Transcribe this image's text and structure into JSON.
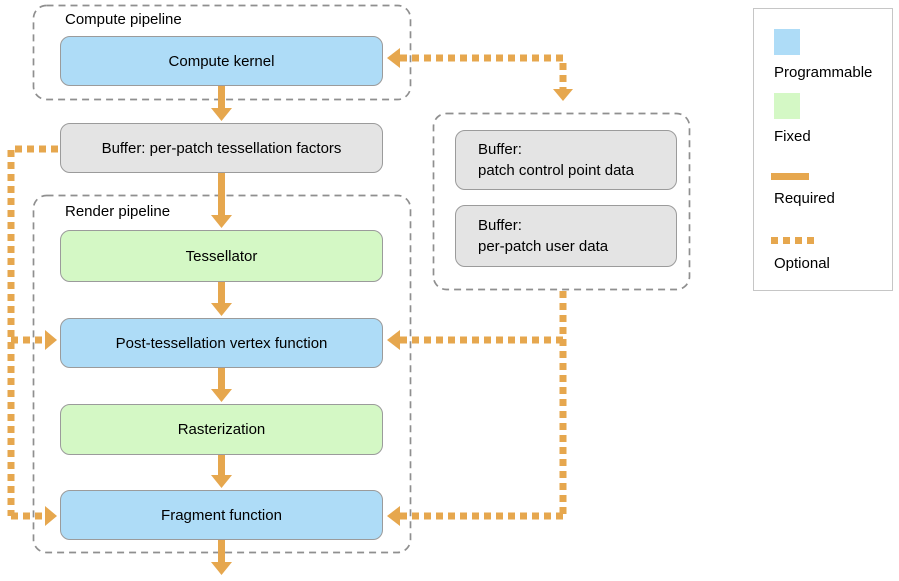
{
  "groups": {
    "compute_pipeline": {
      "label": "Compute pipeline"
    },
    "render_pipeline": {
      "label": "Render pipeline"
    }
  },
  "nodes": {
    "compute_kernel": {
      "label": "Compute kernel",
      "kind": "programmable"
    },
    "tess_factors_buffer": {
      "label": "Buffer: per-patch tessellation factors",
      "kind": "buffer"
    },
    "tessellator": {
      "label": "Tessellator",
      "kind": "fixed"
    },
    "post_tess_vertex": {
      "label": "Post-tessellation vertex function",
      "kind": "programmable"
    },
    "rasterization": {
      "label": "Rasterization",
      "kind": "fixed"
    },
    "fragment_function": {
      "label": "Fragment function",
      "kind": "programmable"
    },
    "patch_control_point_buffer": {
      "line1": "Buffer:",
      "line2": "patch control point data",
      "kind": "buffer"
    },
    "per_patch_user_buffer": {
      "line1": "Buffer:",
      "line2": "per-patch user data",
      "kind": "buffer"
    }
  },
  "legend": {
    "items": [
      {
        "label": "Programmable",
        "swatch": "programmable-color"
      },
      {
        "label": "Fixed",
        "swatch": "fixed-color"
      },
      {
        "label": "Required",
        "swatch": "required-solid-line"
      },
      {
        "label": "Optional",
        "swatch": "optional-dashed-line"
      }
    ]
  },
  "colors": {
    "programmable_fill": "#aedcf7",
    "fixed_fill": "#d4f8c5",
    "buffer_fill": "#e4e4e4",
    "node_border": "#9b9b9b",
    "connector_orange": "#e6a74e",
    "container_border": "#8f8f8f",
    "legend_border": "#c6c6c6",
    "text": "#000000"
  }
}
